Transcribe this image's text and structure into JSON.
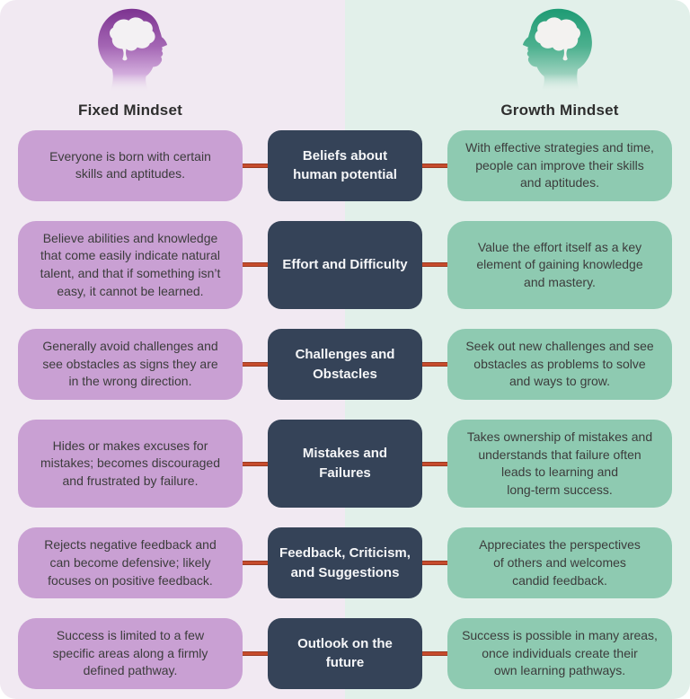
{
  "header": {
    "fixed_label": "Fixed Mindset",
    "growth_label": "Growth Mindset",
    "fixed_icon": "head-with-brain-purple",
    "growth_icon": "head-with-brain-teal"
  },
  "colors": {
    "fixed_bg": "#F1E9F2",
    "growth_bg": "#E2F0EA",
    "fixed_box": "#C9A0D3",
    "growth_box": "#8ECAB1",
    "category_box": "#354358",
    "connector": "#C64B2C",
    "fixed_icon_color": "#7C3390",
    "growth_icon_color": "#23A07A",
    "title_text": "#2E2E2E",
    "box_text": "#3C3C3C"
  },
  "rows": [
    {
      "category": "Beliefs about\nhuman potential",
      "fixed": "Everyone is born with certain\nskills and aptitudes.",
      "growth": "With effective strategies and time,\npeople can improve their skills\nand aptitudes."
    },
    {
      "category": "Effort and Difficulty",
      "fixed": "Believe abilities and knowledge\nthat come easily indicate natural\ntalent, and that if something isn’t\neasy, it cannot be learned.",
      "growth": "Value the effort itself as a key\nelement of gaining knowledge\nand mastery."
    },
    {
      "category": "Challenges and\nObstacles",
      "fixed": "Generally avoid challenges and\nsee obstacles as signs they are\nin the wrong direction.",
      "growth": "Seek out new challenges and see\nobstacles as problems to solve\nand ways to grow."
    },
    {
      "category": "Mistakes and\nFailures",
      "fixed": "Hides or makes excuses for\nmistakes; becomes discouraged\nand frustrated by failure.",
      "growth": "Takes ownership of mistakes and\nunderstands that failure often\nleads to learning and\nlong-term success."
    },
    {
      "category": "Feedback, Criticism,\nand Suggestions",
      "fixed": "Rejects negative feedback and\ncan become defensive; likely\nfocuses on positive feedback.",
      "growth": "Appreciates the perspectives\nof others and welcomes\ncandid feedback."
    },
    {
      "category": "Outlook on the\nfuture",
      "fixed": "Success is limited to a few\nspecific areas along a firmly\ndefined pathway.",
      "growth": "Success is possible in many areas,\nonce individuals create their\nown learning pathways."
    }
  ]
}
